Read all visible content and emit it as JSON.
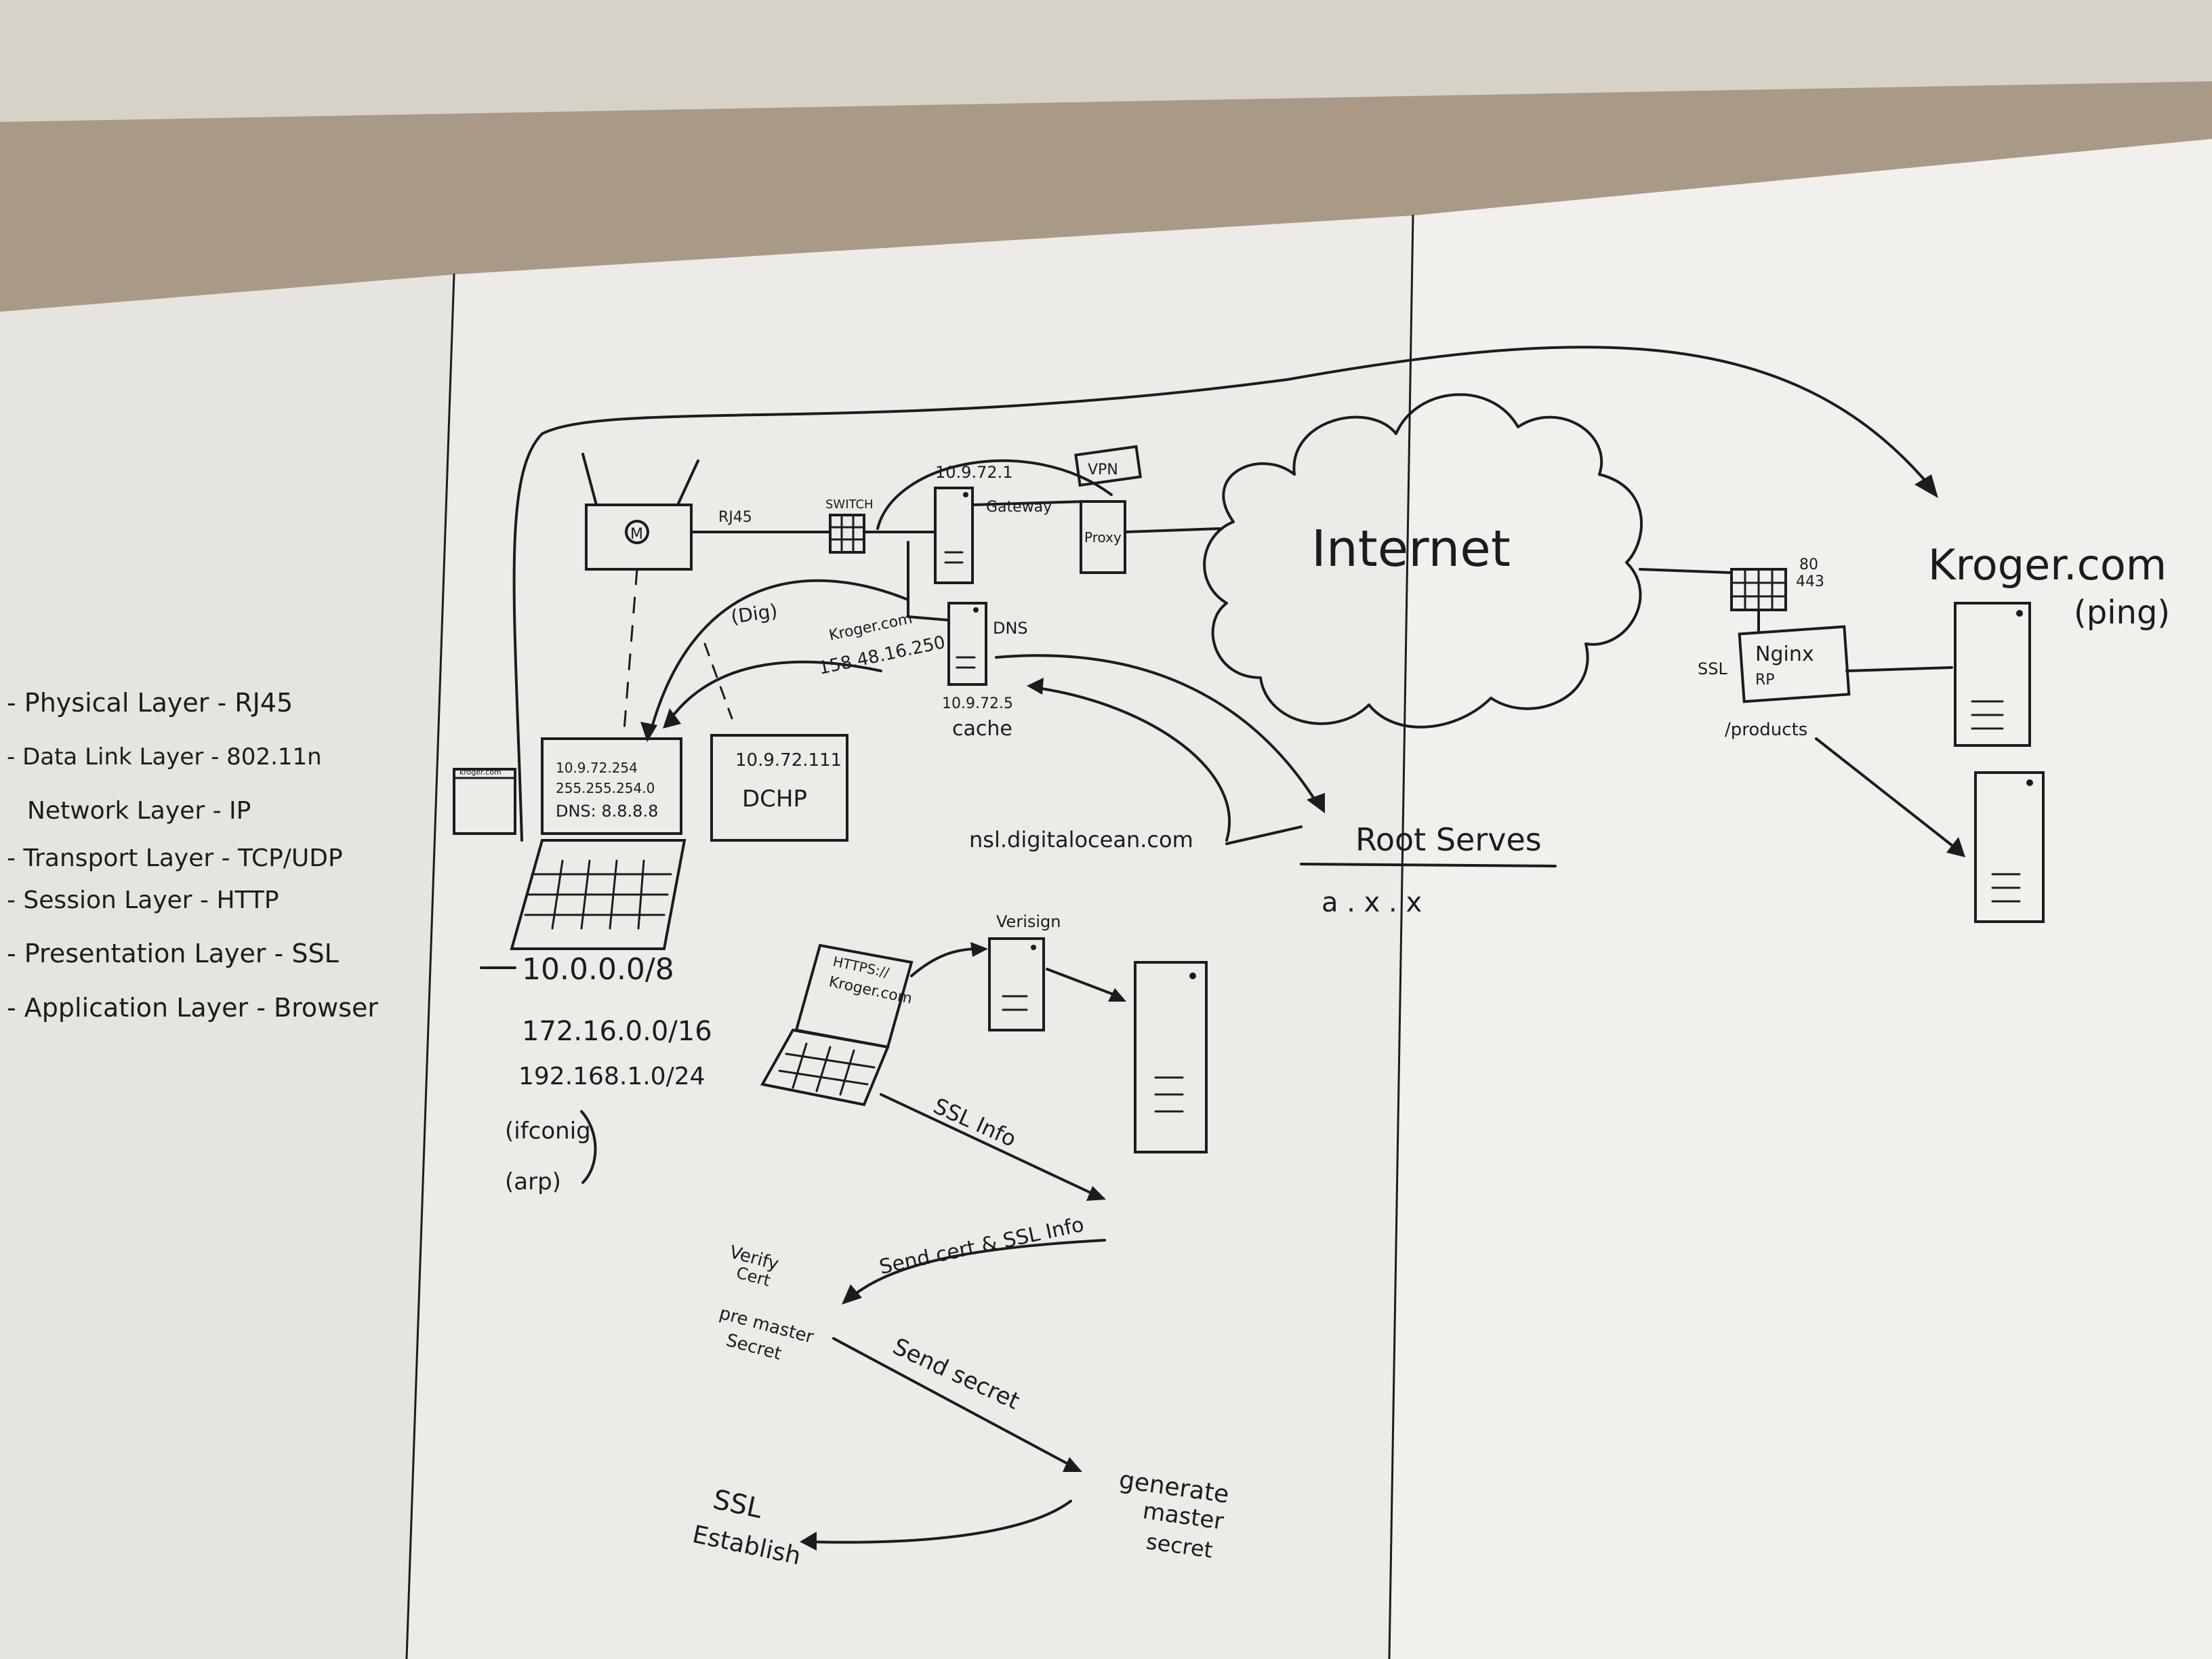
{
  "layers": {
    "physical": "- Physical Layer - RJ45",
    "data_link": "- Data Link Layer - 802.11n",
    "network": "Network Layer - IP",
    "transport": "- Transport Layer - TCP/UDP",
    "session": "- Session Layer - HTTP",
    "presentation": "- Presentation Layer - SSL",
    "application": "- Application Layer - Browser"
  },
  "network": {
    "rj45": "RJ45",
    "switch": "SWITCH",
    "gateway_ip": "10.9.72.1",
    "gateway": "Gateway",
    "vpn": "VPN",
    "proxy": "Proxy",
    "internet": "Internet",
    "router_icon": "M",
    "dig": "(Dig)",
    "kroger_lookup": "Kroger.com",
    "kroger_ip": "158.48.16.250",
    "dns": "DNS",
    "dns_ip": "10.9.72.5",
    "cache": "cache",
    "dhcp_ip": "10.9.72.111",
    "dhcp": "DCHP",
    "laptop_small_label": "kroger.com",
    "laptop_ip": "10.9.72.254",
    "laptop_mask": "255.255.254.0",
    "laptop_dns": "DNS: 8.8.8.8",
    "nsl": "nsl.digitalocean.com",
    "root_servers": "Root Serves",
    "root_addr": "a . x . x",
    "ports_80": "80",
    "ports_443": "443",
    "ssl": "SSL",
    "nginx": "Nginx",
    "rp": "RP",
    "products": "/products",
    "kroger_title": "Kroger.com",
    "ping": "(ping)"
  },
  "ranges": {
    "r1": "10.0.0.0/8",
    "r2": "172.16.0.0/16",
    "r3": "192.168.1.0/24",
    "ifconfig": "(ifconig",
    "arp": "(arp)"
  },
  "ssl_flow": {
    "https": "HTTPS://",
    "kroger": "Kroger.com",
    "verisign": "Verisign",
    "ssl_info": "SSL Info",
    "send_cert": "Send cert & SSL Info",
    "verify": "Verify",
    "cert": "Cert",
    "premaster": "pre master",
    "secret": "Secret",
    "send_secret": "Send secret",
    "generate": "generate",
    "master": "master",
    "secret2": "secret",
    "ssl_est": "SSL",
    "establish": "Establish"
  }
}
